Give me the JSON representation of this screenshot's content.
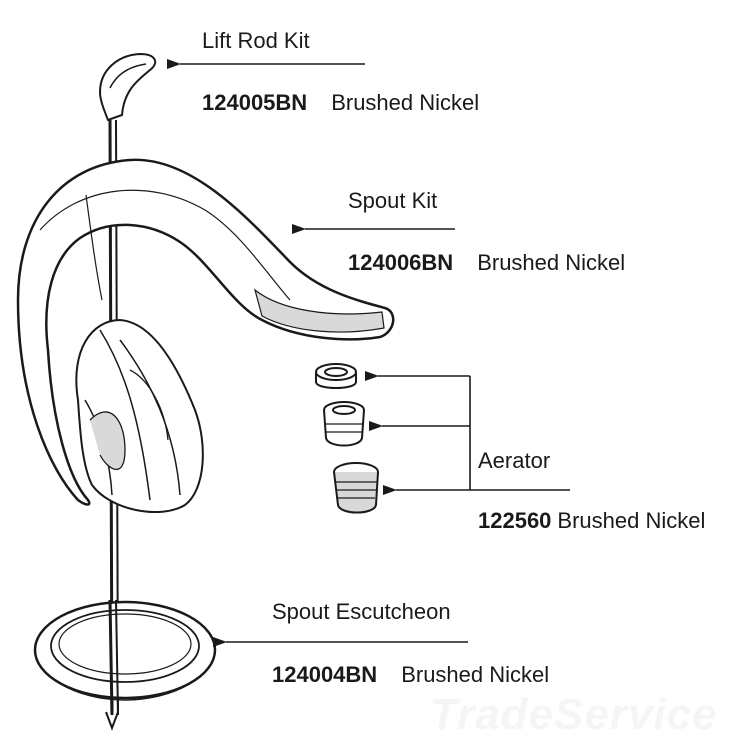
{
  "diagram": {
    "parts": [
      {
        "id": "lift-rod",
        "name": "Lift Rod Kit",
        "code": "124005BN",
        "finish": "Brushed Nickel"
      },
      {
        "id": "spout",
        "name": "Spout Kit",
        "code": "124006BN",
        "finish": "Brushed Nickel"
      },
      {
        "id": "aerator",
        "name": "Aerator",
        "code": "122560",
        "finish": "Brushed Nickel"
      },
      {
        "id": "escutcheon",
        "name": "Spout Escutcheon",
        "code": "124004BN",
        "finish": "Brushed Nickel"
      }
    ],
    "watermark": "TradeService"
  },
  "colors": {
    "line": "#1a1a1a",
    "fill": "#ffffff",
    "shade": "#d9d9d9"
  }
}
